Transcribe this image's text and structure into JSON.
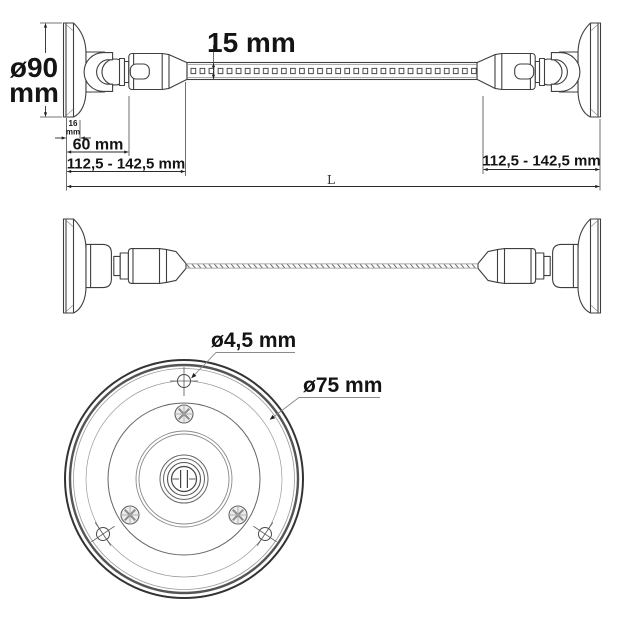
{
  "drawing": {
    "background": "#ffffff",
    "line_color": "#3f3f3f",
    "text_color": "#141414",
    "top_view": {
      "plate_diameter_line1": "ø90",
      "plate_diameter_line2": "mm",
      "strip_width": "15 mm",
      "plate_thickness_line1": "16",
      "plate_thickness_line2": "mm",
      "mount_depth": "60 mm",
      "mount_range_left": "112,5 - 142,5 mm",
      "mount_range_right": "112,5 - 142,5 mm",
      "total_length": "L"
    },
    "front_view": {
      "hole_diameter": "ø4,5 mm",
      "bolt_circle_diameter": "ø75 mm"
    }
  }
}
